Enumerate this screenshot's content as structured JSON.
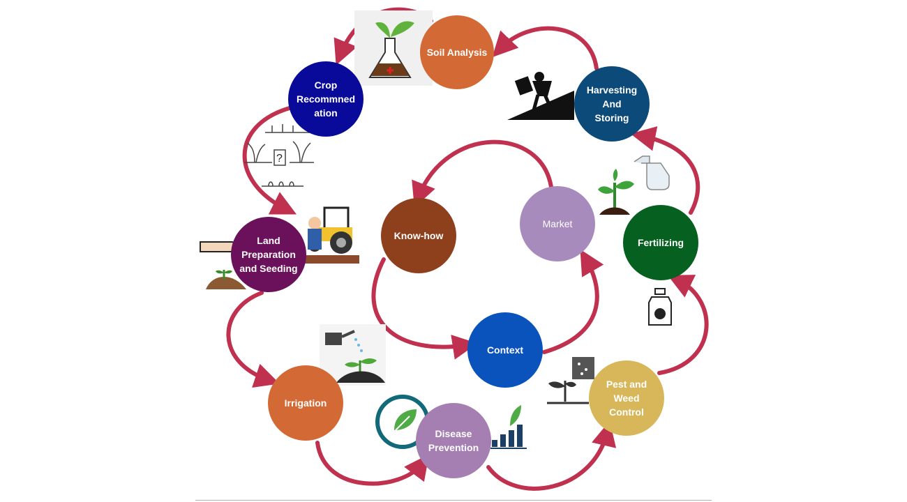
{
  "diagram": {
    "outer_cycle": [
      {
        "id": "soil",
        "label": "Soil Analysis",
        "color": "#d36a35",
        "icon": "soil-flask-icon"
      },
      {
        "id": "crop",
        "label": "Crop\nRecommned\nation",
        "color": "#0a0a9a",
        "icon": "crop-seedlings-icon"
      },
      {
        "id": "land",
        "label": "Land\nPreparation\nand Seeding",
        "color": "#6b105a",
        "icon": "tractor-farmer-icon"
      },
      {
        "id": "irrigation",
        "label": "Irrigation",
        "color": "#d36a35",
        "icon": "watering-can-icon"
      },
      {
        "id": "disease",
        "label": "Disease\nPrevention",
        "color": "#a57fb1",
        "icon": "leaf-growth-chart-icon"
      },
      {
        "id": "pest",
        "label": "Pest and\nWeed\nControl",
        "color": "#d8b75a",
        "icon": "pest-plant-icon"
      },
      {
        "id": "fert",
        "label": "Fertilizing",
        "color": "#06601f",
        "icon": "spray-bottle-icon"
      },
      {
        "id": "harvest",
        "label": "Harvesting\nAnd\nStoring",
        "color": "#0c4a7a",
        "icon": "harvest-farmer-icon"
      }
    ],
    "inner_cycle": [
      {
        "id": "knowhow",
        "label": "Know-how",
        "color": "#8e3f1c"
      },
      {
        "id": "context",
        "label": "Context",
        "color": "#0a53bd"
      },
      {
        "id": "market",
        "label": "Market",
        "color": "#a78bbd"
      }
    ],
    "arrow_color": "#c0304f"
  }
}
